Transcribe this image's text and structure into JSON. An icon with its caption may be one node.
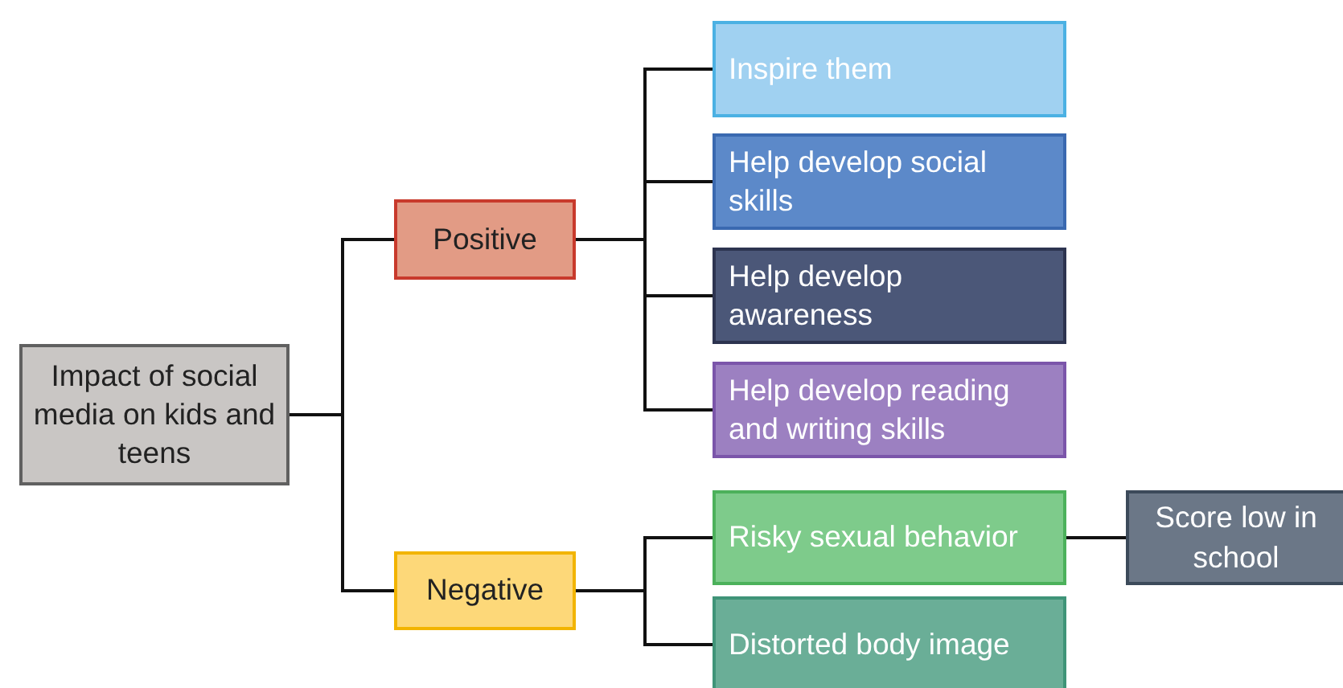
{
  "diagram": {
    "nodes": [
      {
        "text": [
          "Impact of social media on kids and teens"
        ]
      },
      {
        "text": [
          "Positive"
        ]
      },
      {
        "text": [
          "Negative"
        ]
      },
      {
        "text": [
          "Inspire them"
        ]
      },
      {
        "text": [
          "Help develop social skills"
        ]
      },
      {
        "text": [
          "Help develop awareness"
        ]
      },
      {
        "text": [
          "Help develop reading and writing skills"
        ]
      },
      {
        "text": [
          "Risky sexual behavior"
        ]
      },
      {
        "text": [
          "Distorted body image"
        ]
      },
      {
        "text": [
          "Score low in school"
        ]
      }
    ],
    "edges": [
      {
        "from": 0,
        "to": 1,
        "arrow": "none"
      },
      {
        "from": 0,
        "to": 2,
        "arrow": "none"
      },
      {
        "from": 1,
        "to": 3,
        "arrow": "none"
      },
      {
        "from": 1,
        "to": 4,
        "arrow": "none"
      },
      {
        "from": 1,
        "to": 5,
        "arrow": "none"
      },
      {
        "from": 1,
        "to": 6,
        "arrow": "none"
      },
      {
        "from": 2,
        "to": 7,
        "arrow": "none"
      },
      {
        "from": 2,
        "to": 8,
        "arrow": "none"
      },
      {
        "from": 7,
        "to": 9,
        "arrow": "none"
      }
    ]
  }
}
